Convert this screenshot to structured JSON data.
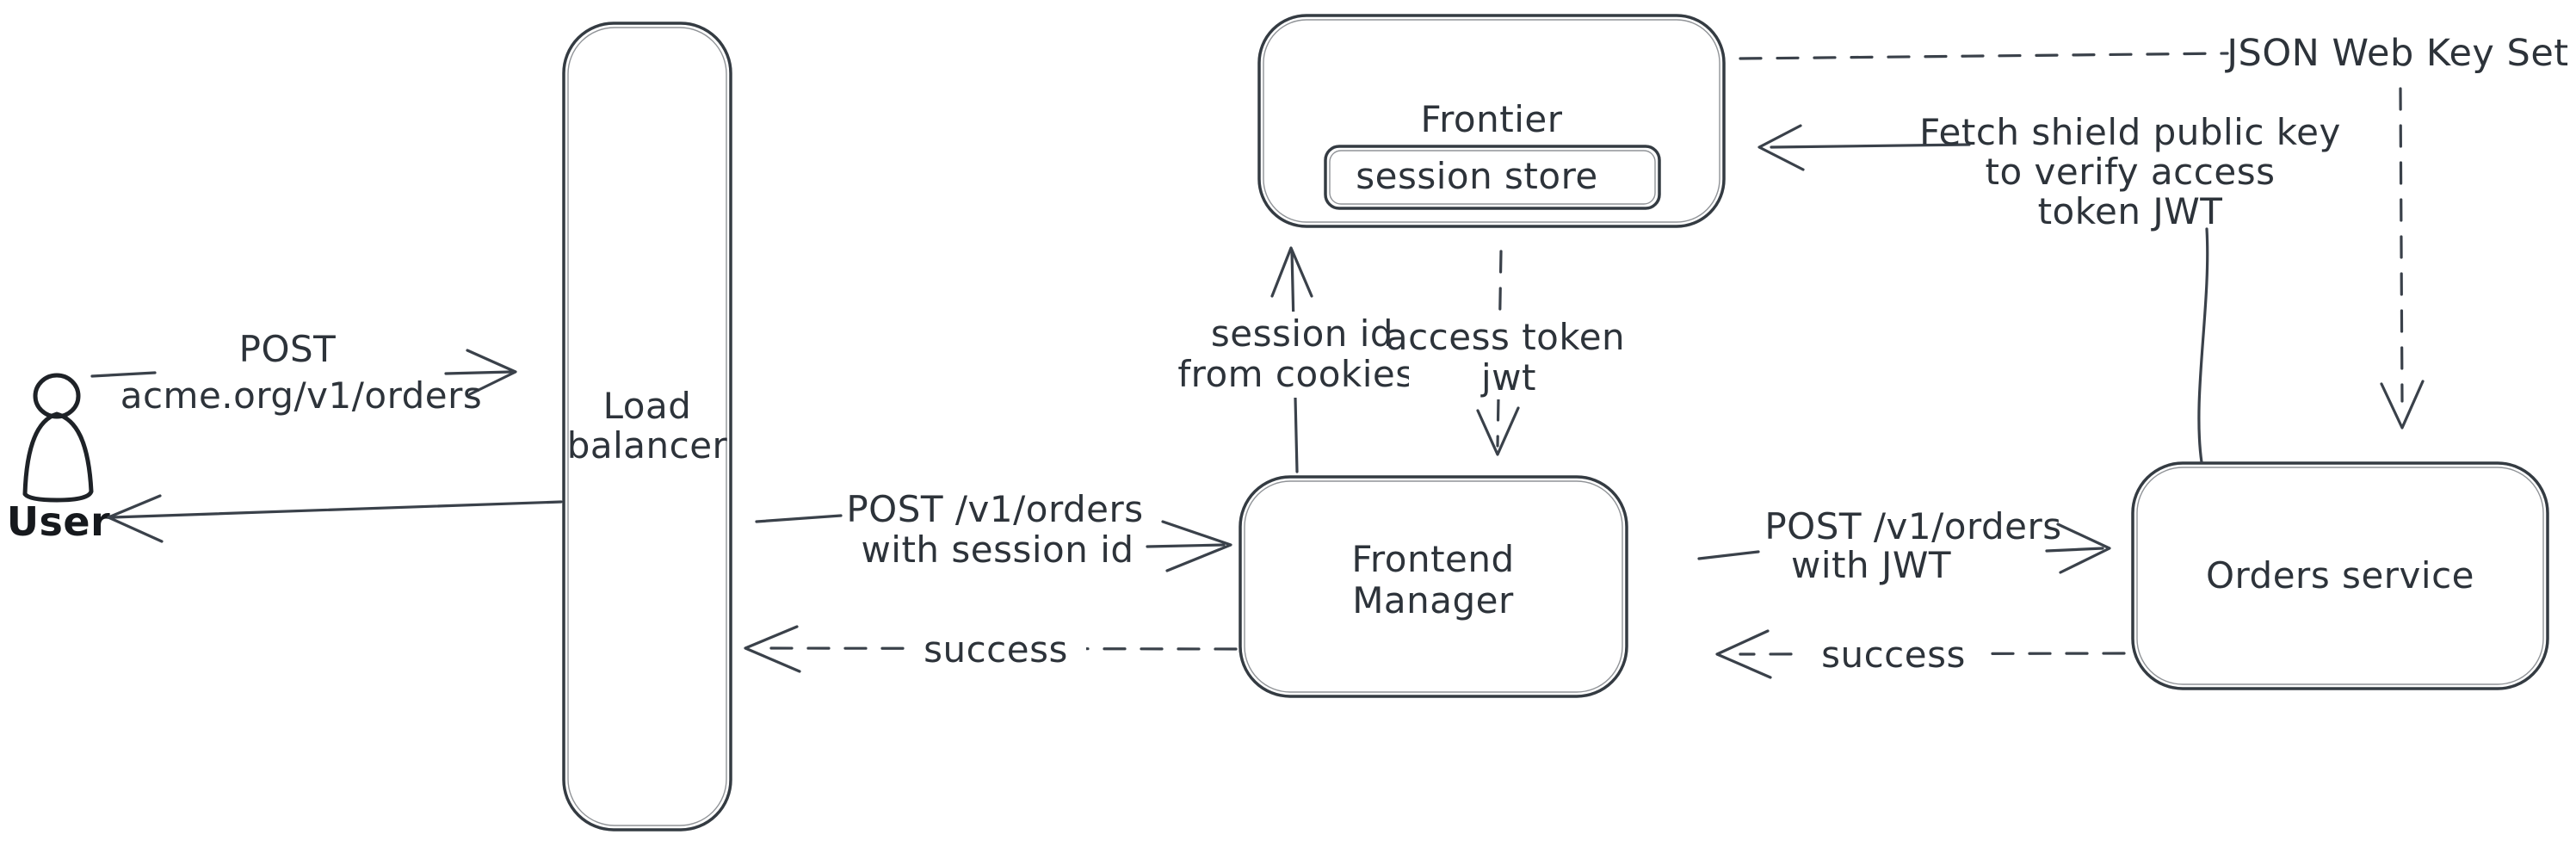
{
  "diagram": {
    "background": "#ffffff",
    "stroke_color": "#343b42",
    "arrow_color": "#3a414a",
    "text_color": "#2d333a",
    "user_icon_color": "#1e2227",
    "hatch_fill_color": "#c8d1d9"
  },
  "nodes": {
    "user": {
      "label": "User"
    },
    "load_balancer": {
      "line1": "Load",
      "line2": "balancer"
    },
    "frontier": {
      "label": "Frontier"
    },
    "session_store": {
      "label": "session store"
    },
    "frontend_manager": {
      "line1": "Frontend",
      "line2": "Manager"
    },
    "orders_service": {
      "label": "Orders service"
    },
    "jwks": {
      "label": "JSON Web Key Set"
    }
  },
  "edges": {
    "user_to_lb": {
      "line1": "POST",
      "line2": "acme.org/v1/orders"
    },
    "lb_to_fm": {
      "line1": "POST /v1/orders",
      "line2": "with session id"
    },
    "fm_to_lb": {
      "label": "success"
    },
    "fm_to_frontier": {
      "line1": "session id",
      "line2": "from cookies"
    },
    "frontier_to_fm": {
      "line1": "access token",
      "line2": "jwt"
    },
    "fm_to_orders": {
      "line1": "POST /v1/orders",
      "line2": "with JWT"
    },
    "orders_to_fm": {
      "label": "success"
    },
    "orders_to_frontier": {
      "line1": "Fetch shield public key",
      "line2": "to verify access",
      "line3": "token JWT"
    }
  }
}
